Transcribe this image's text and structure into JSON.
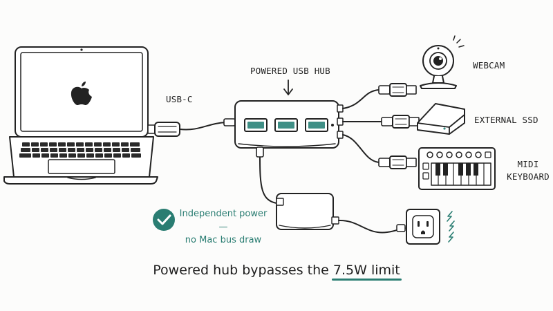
{
  "labels": {
    "hub": "POWERED USB HUB",
    "usb_c": "USB-C",
    "webcam": "WEBCAM",
    "ssd": "EXTERNAL SSD",
    "midi_line1": "MIDI",
    "midi_line2": "KEYBOARD"
  },
  "note": {
    "line1": "Independent power —",
    "line2": "no Mac bus draw"
  },
  "caption": {
    "before": "Powered hub bypasses the ",
    "highlight": "7.5W limit"
  },
  "colors": {
    "ink": "#222222",
    "accent": "#2a7d72",
    "hub_port": "#3f8f86"
  }
}
